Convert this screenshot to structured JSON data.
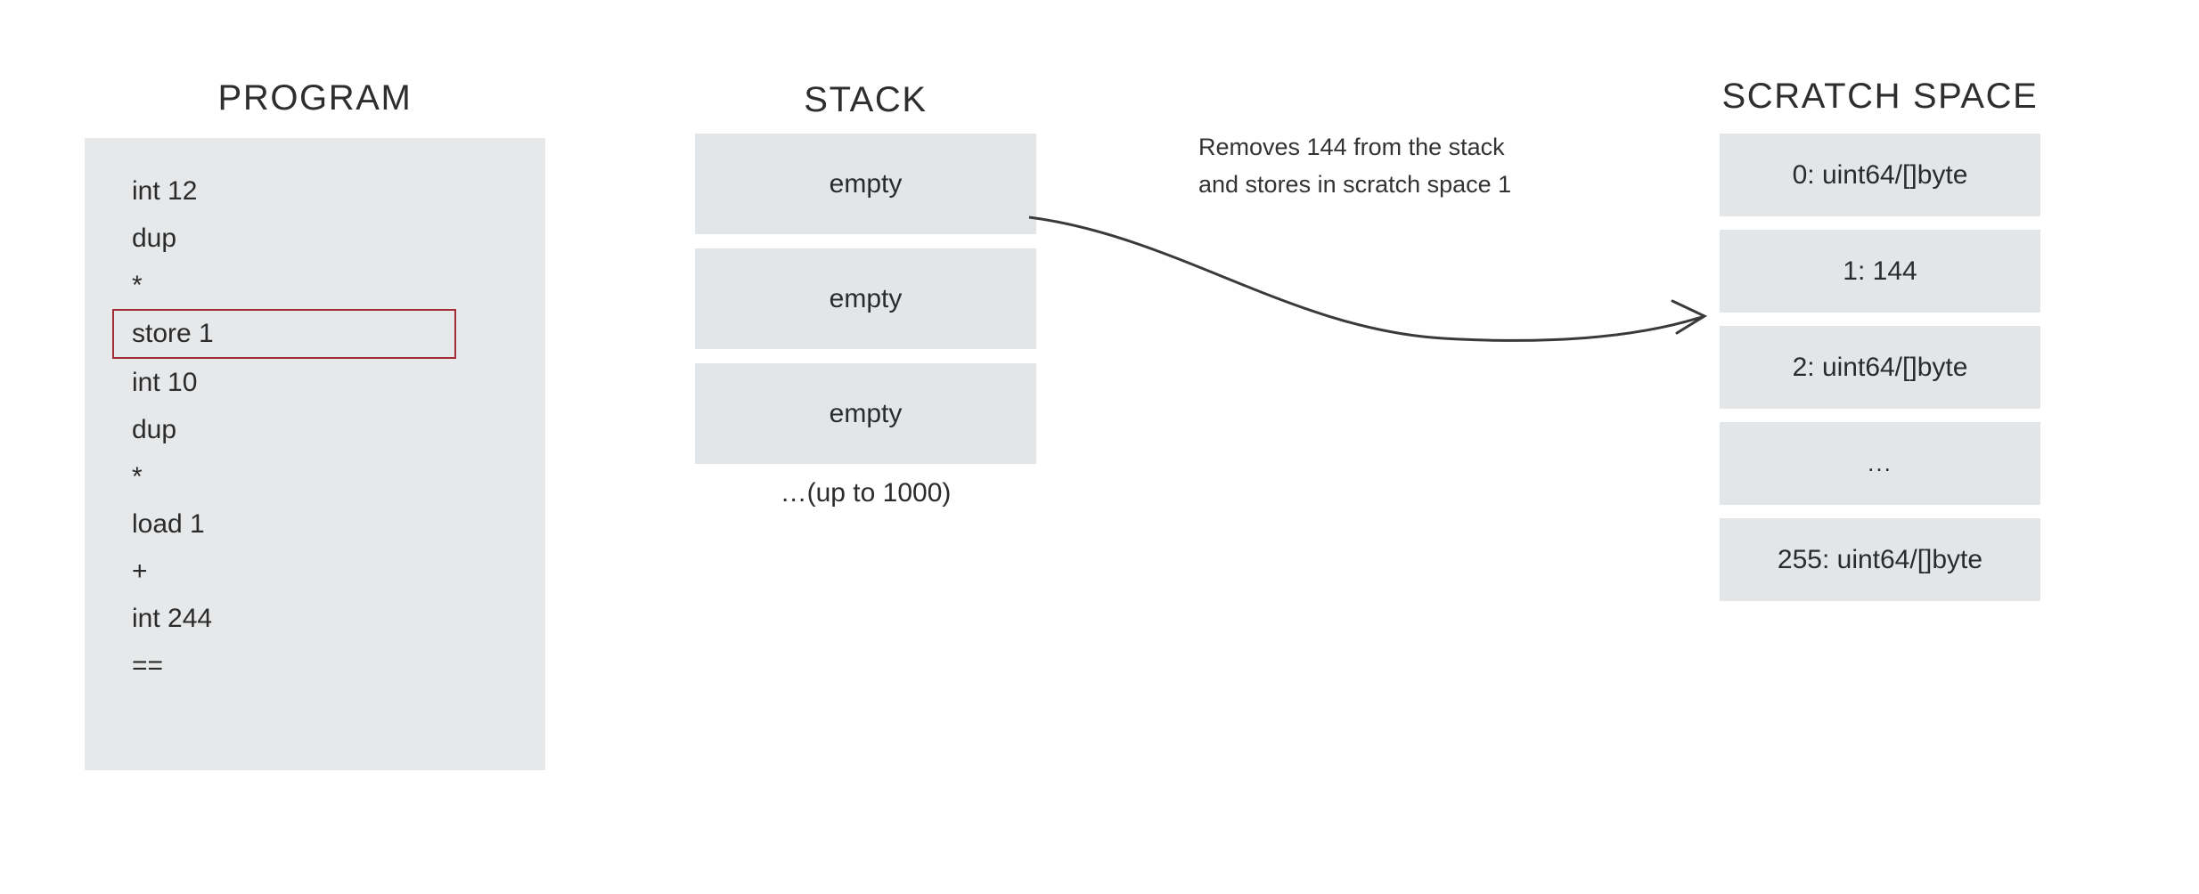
{
  "columns": {
    "program": {
      "heading": "PROGRAM",
      "lines": [
        {
          "text": "int 12",
          "highlighted": false
        },
        {
          "text": "dup",
          "highlighted": false
        },
        {
          "text": "*",
          "highlighted": false
        },
        {
          "text": "store 1",
          "highlighted": true
        },
        {
          "text": "int 10",
          "highlighted": false
        },
        {
          "text": "dup",
          "highlighted": false
        },
        {
          "text": "*",
          "highlighted": false
        },
        {
          "text": "load 1",
          "highlighted": false
        },
        {
          "text": "+",
          "highlighted": false
        },
        {
          "text": "int 244",
          "highlighted": false
        },
        {
          "text": "==",
          "highlighted": false
        }
      ]
    },
    "stack": {
      "heading": "STACK",
      "cells": [
        {
          "text": "empty"
        },
        {
          "text": "empty"
        },
        {
          "text": "empty"
        }
      ],
      "caption": "…(up to 1000)"
    },
    "scratch": {
      "heading": "SCRATCH SPACE",
      "cells": [
        {
          "text": "0: uint64/[]byte",
          "ellipsis": false
        },
        {
          "text": "1: 144",
          "ellipsis": false
        },
        {
          "text": "2: uint64/[]byte",
          "ellipsis": false
        },
        {
          "text": "...",
          "ellipsis": true
        },
        {
          "text": "255: uint64/[]byte",
          "ellipsis": false
        }
      ]
    }
  },
  "annotation": {
    "line1": "Removes 144 from the stack",
    "line2": "and stores in scratch space 1"
  },
  "colors": {
    "background": "#ffffff",
    "panel_fill": "#e6e8ea",
    "cell_fill": "#e3e6e9",
    "text": "#2b2b2b",
    "highlight_border": "#a32d35",
    "arrow_stroke": "#3a3a3a"
  }
}
